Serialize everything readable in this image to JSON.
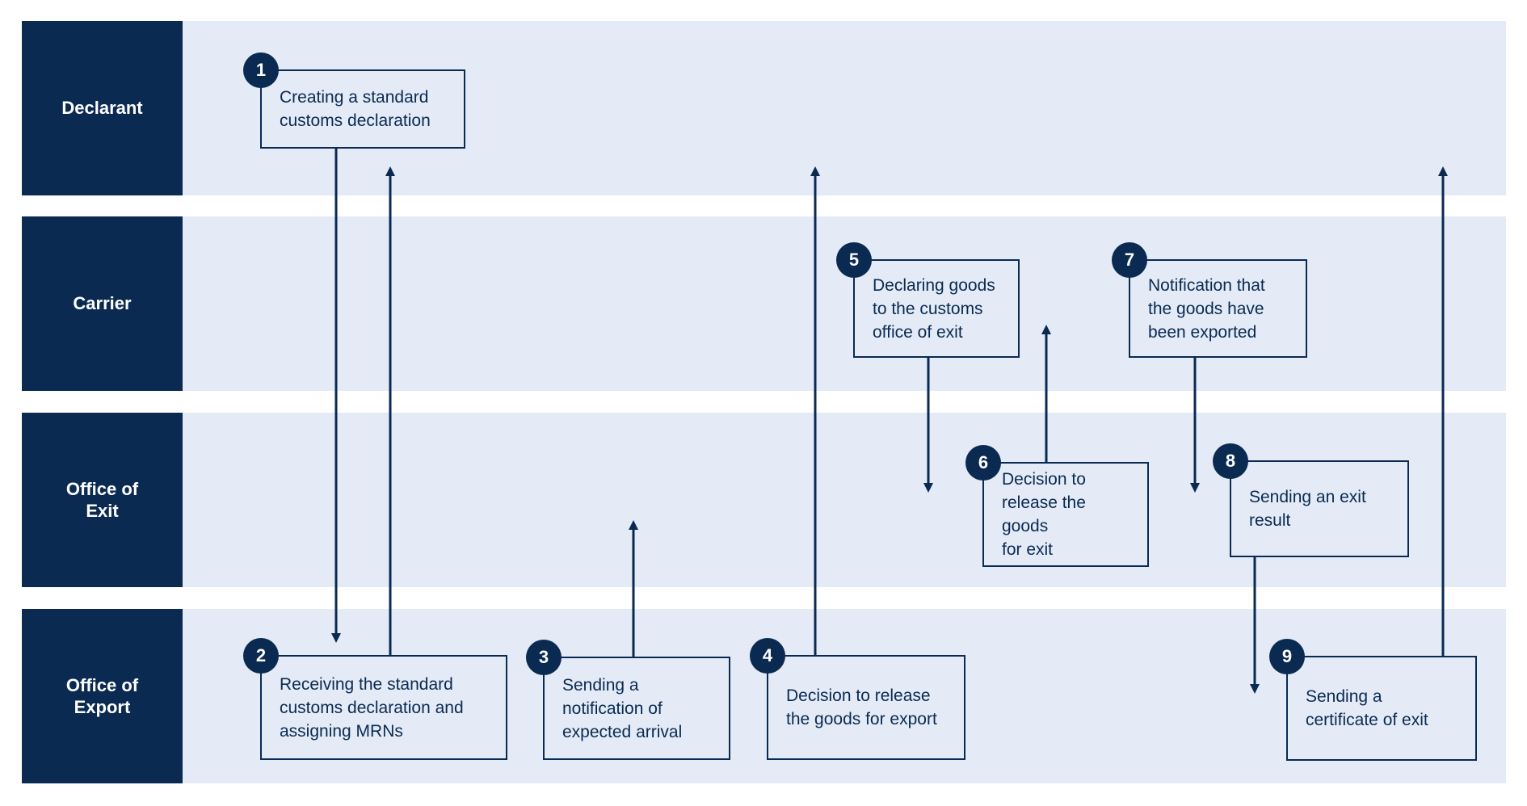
{
  "lanes": [
    {
      "label": "Declarant"
    },
    {
      "label": "Carrier"
    },
    {
      "label": "Office of\nExit"
    },
    {
      "label": "Office of\nExport"
    }
  ],
  "steps": [
    {
      "number": "1",
      "text": "Creating a standard\ncustoms declaration"
    },
    {
      "number": "2",
      "text": "Receiving the standard\ncustoms declaration and\nassigning MRNs"
    },
    {
      "number": "3",
      "text": "Sending a\nnotification of\nexpected arrival"
    },
    {
      "number": "4",
      "text": "Decision to release\nthe goods for export"
    },
    {
      "number": "5",
      "text": "Declaring goods\nto the customs\noffice of exit"
    },
    {
      "number": "6",
      "text": "Decision to\nrelease the goods\nfor exit"
    },
    {
      "number": "7",
      "text": "Notification that\nthe goods have\nbeen exported"
    },
    {
      "number": "8",
      "text": "Sending an exit\nresult"
    },
    {
      "number": "9",
      "text": "Sending a\ncertificate of exit"
    }
  ],
  "colors": {
    "dark": "#0a2a52",
    "lane_fill": "#e4ebf6"
  }
}
